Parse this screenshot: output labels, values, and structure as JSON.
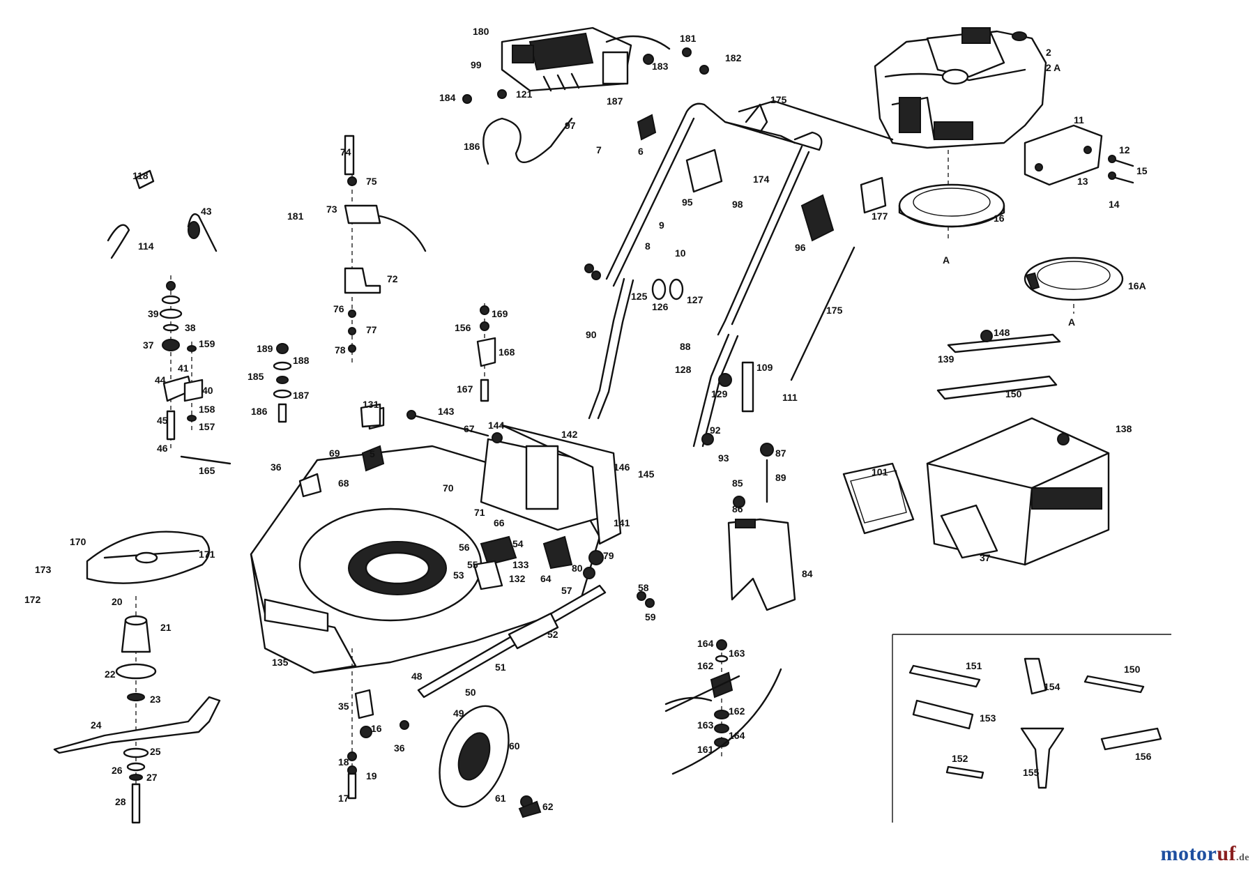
{
  "watermark": {
    "brand_blue": "motor",
    "brand_red": "uf",
    "tld": ".de",
    "blue": "#1e4fa0",
    "red": "#8a1f1f"
  },
  "callouts": {
    "p2": "2",
    "p2a": "2 A",
    "p11": "11",
    "p12": "12",
    "p13": "13",
    "p14": "14",
    "p15": "15",
    "p16": "16",
    "p16a": "16A",
    "pA1": "A",
    "pA2": "A",
    "p139": "139",
    "p148": "148",
    "p150": "150",
    "p138": "138",
    "p101": "101",
    "p37": "37",
    "p180": "180",
    "p99": "99",
    "p181": "181",
    "p182": "182",
    "p183": "183",
    "p184": "184",
    "p186": "186",
    "p187": "187",
    "p97": "97",
    "p121": "121",
    "p175a": "175",
    "p175b": "175",
    "p174": "174",
    "p177": "177",
    "p96": "96",
    "p95": "95",
    "p98": "98",
    "p7": "7",
    "p6": "6",
    "p9": "9",
    "p8": "8",
    "p10": "10",
    "p125": "125",
    "p126": "126",
    "p127": "127",
    "p129": "129",
    "p128": "128",
    "p109": "109",
    "p111": "111",
    "p93": "93",
    "p92": "92",
    "p88": "88",
    "p90": "90",
    "p87": "87",
    "p89": "89",
    "p85": "85",
    "p86": "86",
    "p84": "84",
    "p74": "74",
    "p75": "75",
    "p73": "73",
    "p181b": "181",
    "p72": "72",
    "p76": "76",
    "p77": "77",
    "p78": "78",
    "p118": "118",
    "p114": "114",
    "p43": "43",
    "p39": "39",
    "p38": "38",
    "p37b": "37",
    "p41": "41",
    "p40": "40",
    "p44": "44",
    "p45": "45",
    "p46": "46",
    "p159": "159",
    "p158": "158",
    "p157": "157",
    "p165": "165",
    "p189": "189",
    "p188": "188",
    "p185": "185",
    "p187b": "187",
    "p186b": "186",
    "p169": "169",
    "p156": "156",
    "p167": "167",
    "p168": "168",
    "p131": "131",
    "p143": "143",
    "p144": "144",
    "p142": "142",
    "p145": "145",
    "p146": "146",
    "p141": "141",
    "p67": "67",
    "p36": "36",
    "p69": "69",
    "p68": "68",
    "p5": "5",
    "p70": "70",
    "p71": "71",
    "p56": "56",
    "p55": "55",
    "p53": "53",
    "p54": "54",
    "p132": "132",
    "p64": "64",
    "p57": "57",
    "p58": "58",
    "p59": "59",
    "p79": "79",
    "p80": "80",
    "p133": "133",
    "p66": "66",
    "p170": "170",
    "p171": "171",
    "p173": "173",
    "p172": "172",
    "p20": "20",
    "p21": "21",
    "p22": "22",
    "p23": "23",
    "p24": "24",
    "p25": "25",
    "p26": "26",
    "p27": "27",
    "p28": "28",
    "p135": "135",
    "p52": "52",
    "p51": "51",
    "p50": "50",
    "p48": "48",
    "p49": "49",
    "p35": "35",
    "p36b": "36",
    "p16b": "16",
    "p18": "18",
    "p19": "19",
    "p17": "17",
    "p60": "60",
    "p61": "61",
    "p62": "62",
    "p164": "164",
    "p163": "163",
    "p162": "162",
    "p162b": "162",
    "p163b": "163",
    "p164b": "164",
    "p161": "161",
    "p151": "151",
    "p154": "154",
    "p150b": "150",
    "p153": "153",
    "p152": "152",
    "p155": "155",
    "p156b": "156"
  }
}
